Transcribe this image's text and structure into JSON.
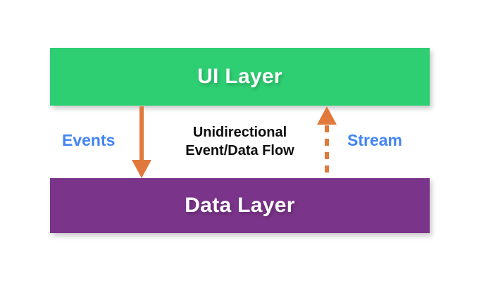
{
  "diagram": {
    "title": "Unidirectional Event/Data Flow",
    "background_color": "#FFFFFF",
    "layers": [
      {
        "id": "ui-layer",
        "label": "UI Layer",
        "color": "#2ECE72",
        "text_color": "#FFFFFF",
        "position": "top"
      },
      {
        "id": "data-layer",
        "label": "Data Layer",
        "color": "#7A3489",
        "text_color": "#FFFFFF",
        "position": "bottom"
      }
    ],
    "connectors": [
      {
        "id": "events-arrow",
        "label": "Events",
        "label_color": "#4285F4",
        "arrow_color": "#E0793B",
        "line_style": "solid",
        "direction": "down",
        "from": "UI Layer",
        "to": "Data Layer"
      },
      {
        "id": "stream-arrow",
        "label": "Stream",
        "label_color": "#4285F4",
        "arrow_color": "#E0793B",
        "line_style": "dashed",
        "direction": "up",
        "from": "Data Layer",
        "to": "UI Layer"
      }
    ],
    "center_caption": {
      "line1": "Unidirectional",
      "line2": "Event/Data Flow",
      "color": "#0D0D0D"
    }
  }
}
